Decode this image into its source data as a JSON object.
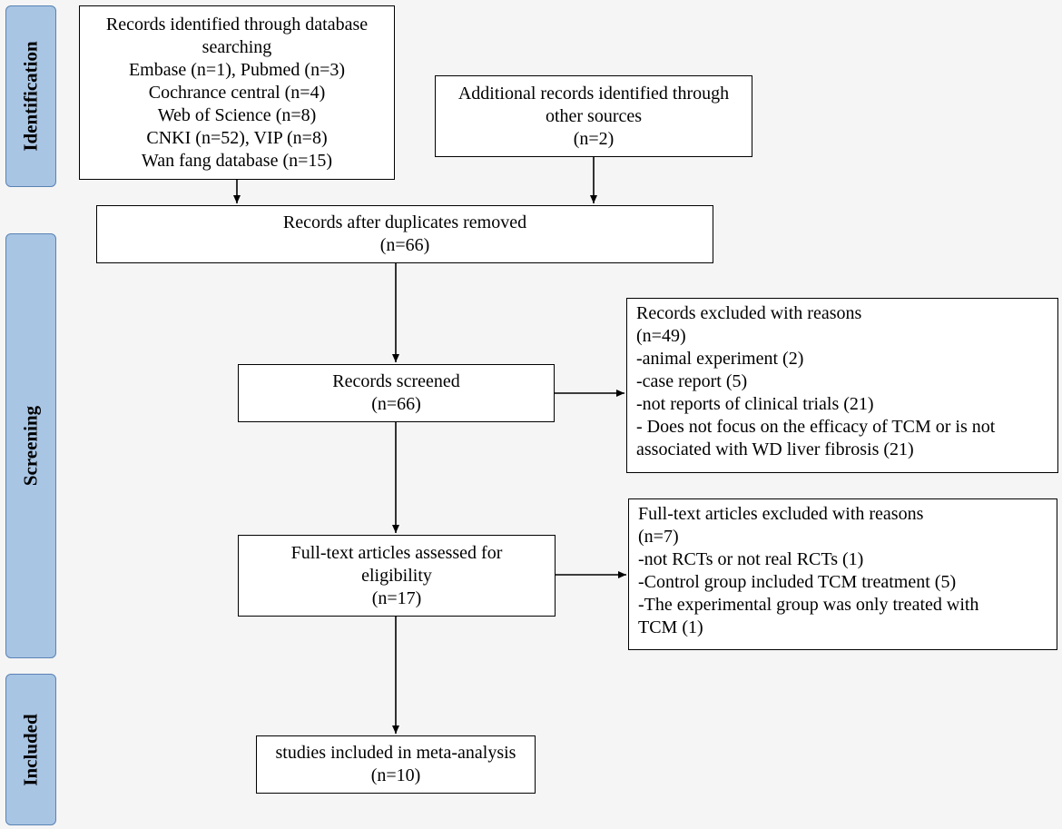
{
  "stages": {
    "identification": "Identification",
    "screening": "Screening",
    "included": "Included"
  },
  "boxes": {
    "database": [
      "Records identified through database",
      "searching",
      "Embase (n=1), Pubmed (n=3)",
      "Cochrance central (n=4)",
      "Web of Science (n=8)",
      "CNKI (n=52), VIP (n=8)",
      "Wan fang database (n=15)"
    ],
    "additional": [
      "Additional records identified through",
      "other sources",
      "(n=2)"
    ],
    "duplicates": [
      "Records after duplicates removed",
      "(n=66)"
    ],
    "screened": [
      "Records screened",
      "(n=66)"
    ],
    "excluded_records": [
      "Records excluded with reasons",
      "(n=49)",
      "-animal experiment (2)",
      "-case report (5)",
      "-not reports of clinical trials (21)",
      "- Does not focus on the efficacy of TCM or is not",
      "associated with WD liver fibrosis (21)"
    ],
    "fulltext": [
      "Full-text articles assessed for",
      "eligibility",
      "(n=17)"
    ],
    "excluded_fulltext": [
      "Full-text articles excluded with reasons",
      "(n=7)",
      "-not RCTs or not real RCTs (1)",
      "-Control group included TCM treatment (5)",
      "-The experimental group was only treated with",
      "TCM (1)"
    ],
    "included": [
      "studies included in meta-analysis",
      "(n=10)"
    ]
  }
}
